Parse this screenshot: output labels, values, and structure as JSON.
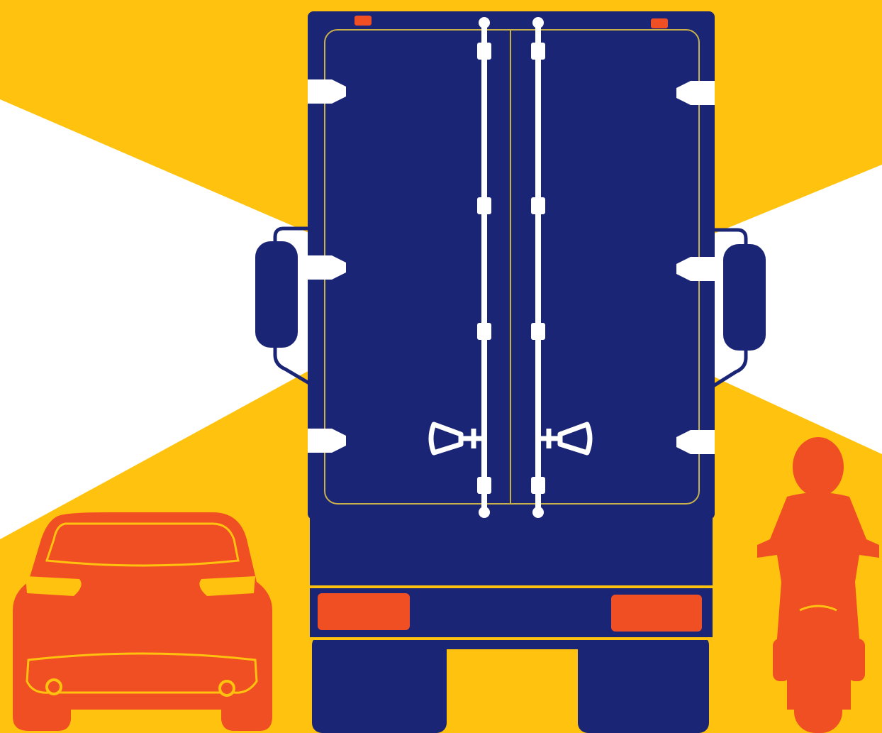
{
  "scene": {
    "subject": "truck-blind-spot-warning",
    "elements": [
      "blind-spot-zone-left",
      "blind-spot-zone-right",
      "truck-rear",
      "car-rear",
      "motorcycle-rear"
    ]
  },
  "colors": {
    "background": "#FFC20E",
    "blind_spot": "#FFFFFF",
    "truck": "#1B2575",
    "truck_detail": "#FFFFFF",
    "truck_light": "#F04E23",
    "vehicles": "#F04E23",
    "trim_line": "#FFC20E"
  },
  "icons": {
    "truck": "truck-rear-icon",
    "car": "car-rear-icon",
    "motorcycle": "motorcycle-rider-icon"
  }
}
